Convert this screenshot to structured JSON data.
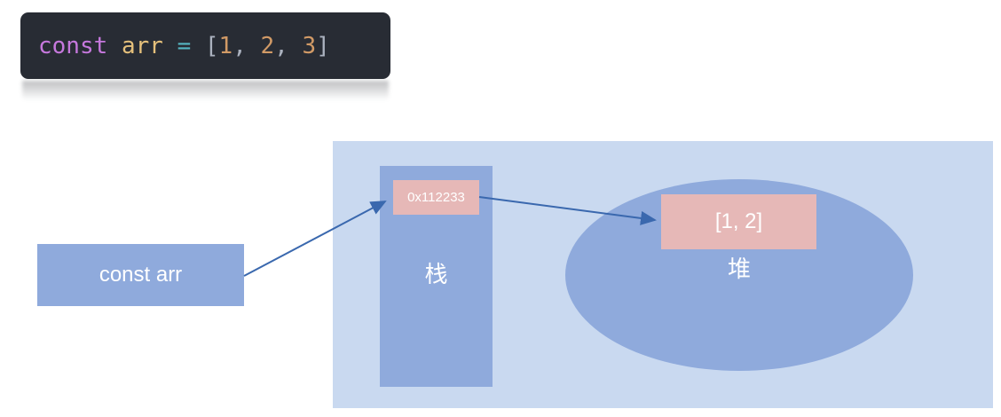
{
  "code_snippet": {
    "full_text": "const arr = [1, 2, 3]",
    "tokens": [
      {
        "text": "const",
        "type": "keyword"
      },
      {
        "text": " ",
        "type": "plain"
      },
      {
        "text": "arr",
        "type": "variable"
      },
      {
        "text": " ",
        "type": "plain"
      },
      {
        "text": "=",
        "type": "operator"
      },
      {
        "text": " ",
        "type": "plain"
      },
      {
        "text": "[",
        "type": "bracket"
      },
      {
        "text": "1",
        "type": "number"
      },
      {
        "text": ", ",
        "type": "punctuation"
      },
      {
        "text": "2",
        "type": "number"
      },
      {
        "text": ", ",
        "type": "punctuation"
      },
      {
        "text": "3",
        "type": "number"
      },
      {
        "text": "]",
        "type": "bracket"
      }
    ]
  },
  "diagram": {
    "variable_box": {
      "label": "const arr"
    },
    "stack": {
      "label": "栈",
      "address_box": {
        "label": "0x112233"
      }
    },
    "heap": {
      "label": "堆",
      "value_box": {
        "label": "[1, 2]"
      }
    },
    "arrows": [
      {
        "from": "variable-box",
        "to": "stack-address-box"
      },
      {
        "from": "stack-address-box",
        "to": "heap-value-box"
      }
    ]
  },
  "colors": {
    "code_background": "#282c34",
    "syntax_keyword": "#c678dd",
    "syntax_variable": "#e5c07b",
    "syntax_operator": "#56b6c2",
    "syntax_number": "#d19a66",
    "syntax_punctuation": "#abb2bf",
    "memory_region_background": "#c9d9f0",
    "shape_blue": "#8faadc",
    "shape_pink": "#e6b8b7",
    "arrow": "#3a68ae",
    "label_text": "#ffffff"
  }
}
